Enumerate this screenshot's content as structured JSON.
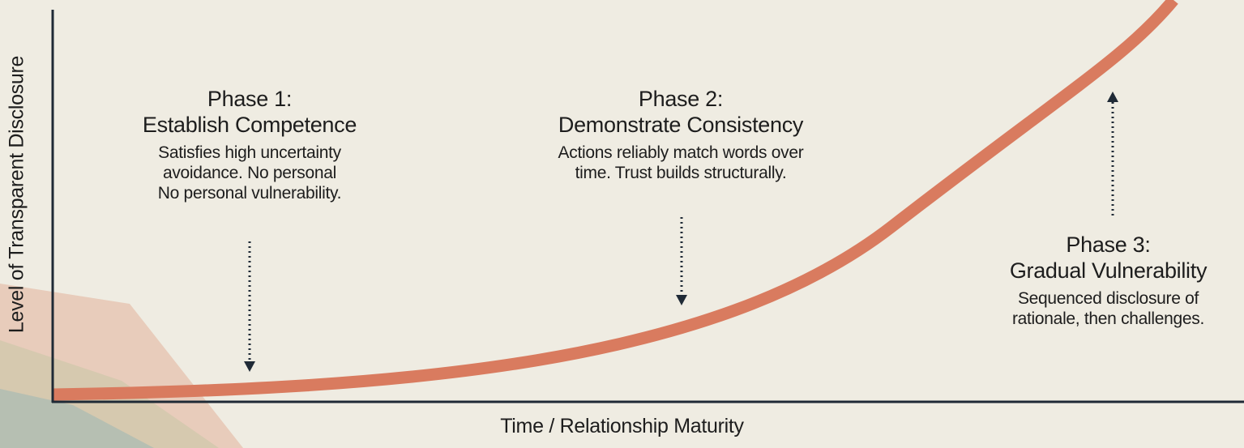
{
  "axes": {
    "x_label": "Time / Relationship Maturity",
    "y_label": "Level of Transparent Disclosure"
  },
  "phases": [
    {
      "title_line1": "Phase 1:",
      "title_line2": "Establish Competence",
      "desc_lines": [
        "Satisfies high uncertainty",
        "avoidance. No personal",
        "No personal vulnerability."
      ]
    },
    {
      "title_line1": "Phase 2:",
      "title_line2": "Demonstrate Consistency",
      "desc_lines": [
        "Actions reliably match words over",
        "time. Trust builds structurally."
      ]
    },
    {
      "title_line1": "Phase 3:",
      "title_line2": "Gradual Vulnerability",
      "desc_lines": [
        "Sequenced disclosure of",
        "rationale, then challenges."
      ]
    }
  ],
  "colors": {
    "curve": "#d97b5f",
    "axis": "#1f2a36",
    "arrow": "#1f2a36",
    "background": "#efece2"
  }
}
